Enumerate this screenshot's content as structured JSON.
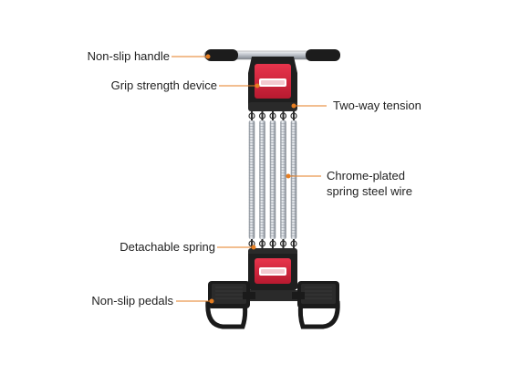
{
  "labels": {
    "handle": "Non-slip handle",
    "grip": "Grip strength device",
    "tension": "Two-way tension",
    "spring_line1": "Chrome-plated",
    "spring_line2": "spring steel wire",
    "detachable": "Detachable spring",
    "pedals": "Non-slip pedals"
  },
  "colors": {
    "leader": "#e67e22",
    "accent": "#d6213a",
    "frame": "#1f1f1f",
    "chrome": "#c9ced6"
  },
  "spring_count": 5
}
